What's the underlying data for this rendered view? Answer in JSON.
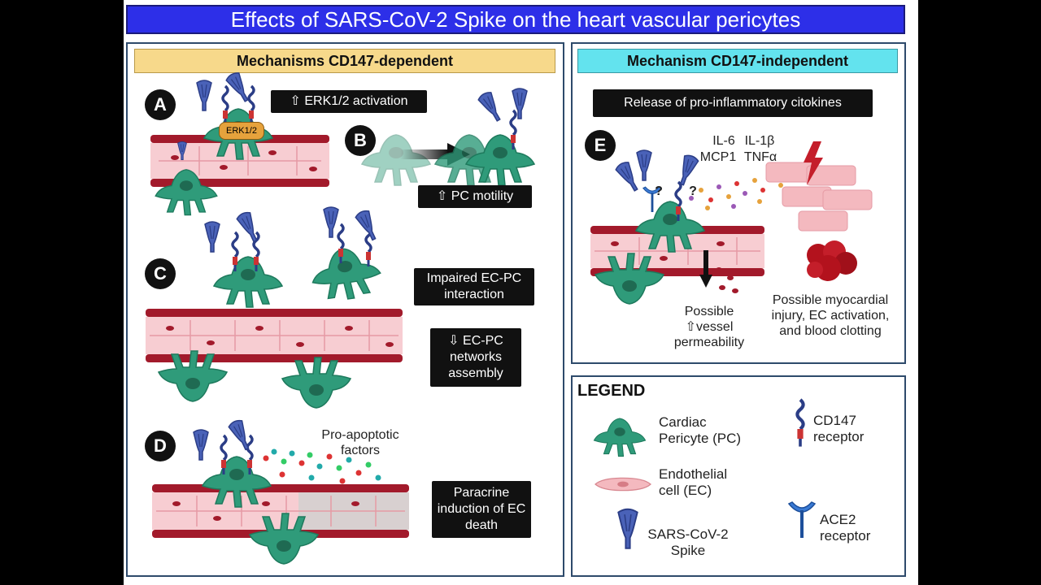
{
  "title": "Effects of SARS-CoV-2 Spike on the heart vascular pericytes",
  "left_panel": {
    "header": "Mechanisms CD147-dependent",
    "A": {
      "letter": "A",
      "box": "⇧ ERK1/2 activation",
      "protein_label": "ERK1/2"
    },
    "B": {
      "letter": "B",
      "box": "⇧ PC motility"
    },
    "C": {
      "letter": "C",
      "box1": "Impaired EC-PC interaction",
      "box2": "⇩ EC-PC networks assembly"
    },
    "D": {
      "letter": "D",
      "factors": "Pro-apoptotic factors",
      "box": "Paracrine induction of EC death"
    }
  },
  "right_panel": {
    "header": "Mechanism CD147-independent",
    "box": "Release of pro-inflammatory citokines",
    "letter": "E",
    "cytokines": {
      "il6": "IL-6",
      "il1b": "IL-1β",
      "mcp1": "MCP1",
      "tnfa": "TNFα"
    },
    "question_mark": "?",
    "permeability": "Possible ⇧vessel permeability",
    "injury": "Possible myocardial injury, EC activation, and blood clotting"
  },
  "legend": {
    "title": "LEGEND",
    "pericyte": "Cardiac Pericyte (PC)",
    "endothelial": "Endothelial cell (EC)",
    "spike": "SARS-CoV-2 Spike",
    "cd147": "CD147 receptor",
    "ace2": "ACE2 receptor"
  },
  "colors": {
    "title_bg": "#2d2fe8",
    "header_left": "#f7d98b",
    "header_right": "#63e3ee",
    "pericyte": "#2f9b7a",
    "vessel": "#a21a2b",
    "endothelial": "#f4b9bf",
    "spike": "#4a62b8",
    "panel_border": "#2e4a6b"
  }
}
